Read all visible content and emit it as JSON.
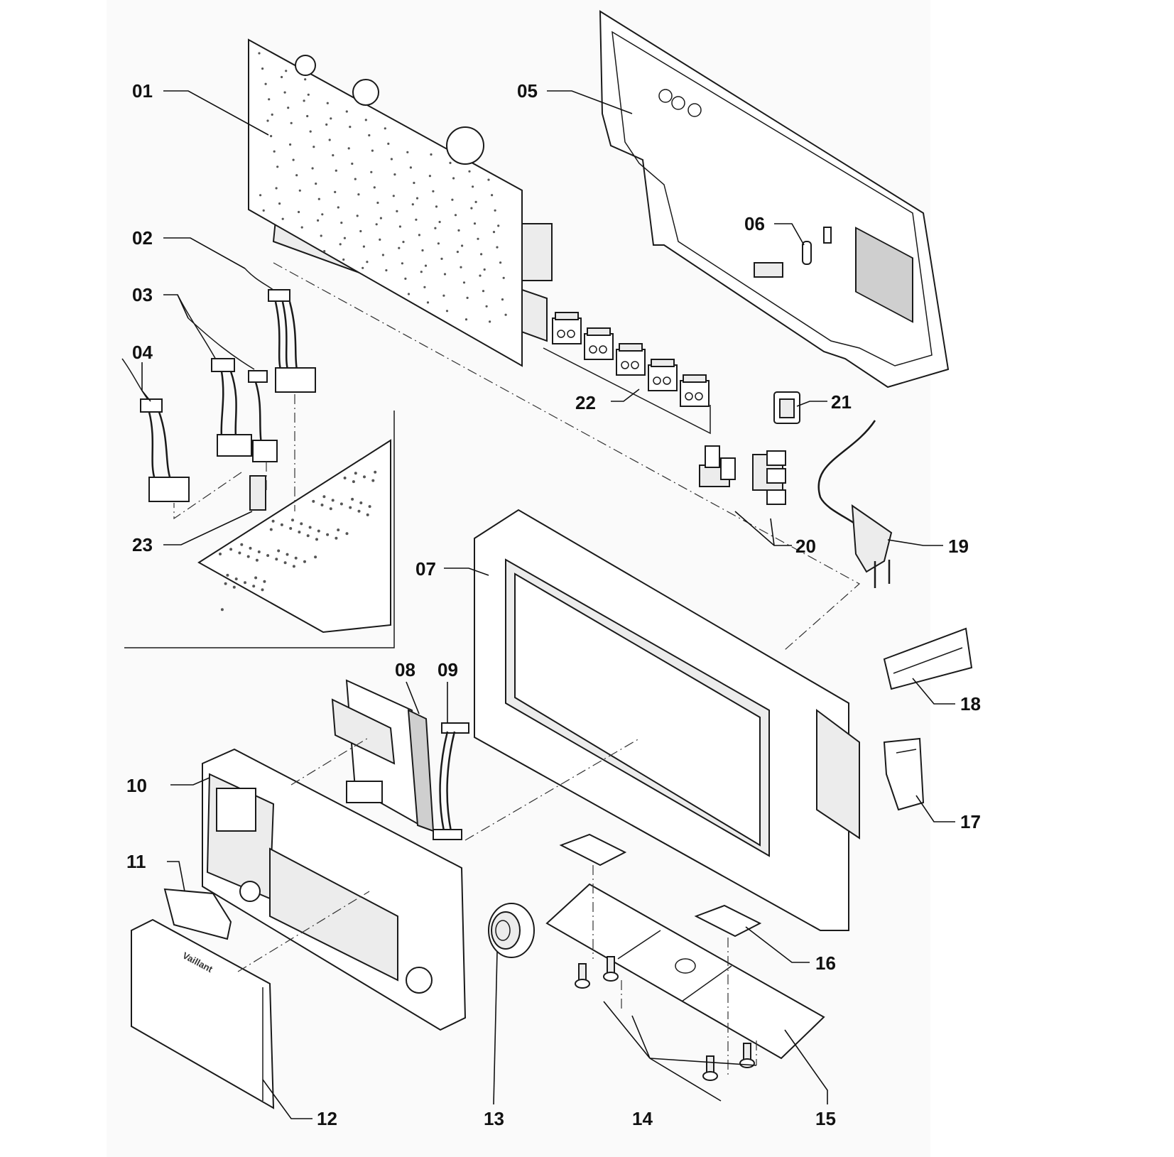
{
  "diagram": {
    "callouts": [
      {
        "id": "01",
        "label": "01"
      },
      {
        "id": "02",
        "label": "02"
      },
      {
        "id": "03",
        "label": "03"
      },
      {
        "id": "04",
        "label": "04"
      },
      {
        "id": "05",
        "label": "05"
      },
      {
        "id": "06",
        "label": "06"
      },
      {
        "id": "07",
        "label": "07"
      },
      {
        "id": "08",
        "label": "08"
      },
      {
        "id": "09",
        "label": "09"
      },
      {
        "id": "10",
        "label": "10"
      },
      {
        "id": "11",
        "label": "11"
      },
      {
        "id": "12",
        "label": "12"
      },
      {
        "id": "13",
        "label": "13"
      },
      {
        "id": "14",
        "label": "14"
      },
      {
        "id": "15",
        "label": "15"
      },
      {
        "id": "16",
        "label": "16"
      },
      {
        "id": "17",
        "label": "17"
      },
      {
        "id": "18",
        "label": "18"
      },
      {
        "id": "19",
        "label": "19"
      },
      {
        "id": "20",
        "label": "20"
      },
      {
        "id": "21",
        "label": "21"
      },
      {
        "id": "22",
        "label": "22"
      },
      {
        "id": "23",
        "label": "23"
      }
    ],
    "brand_mark": "Vaillant"
  }
}
